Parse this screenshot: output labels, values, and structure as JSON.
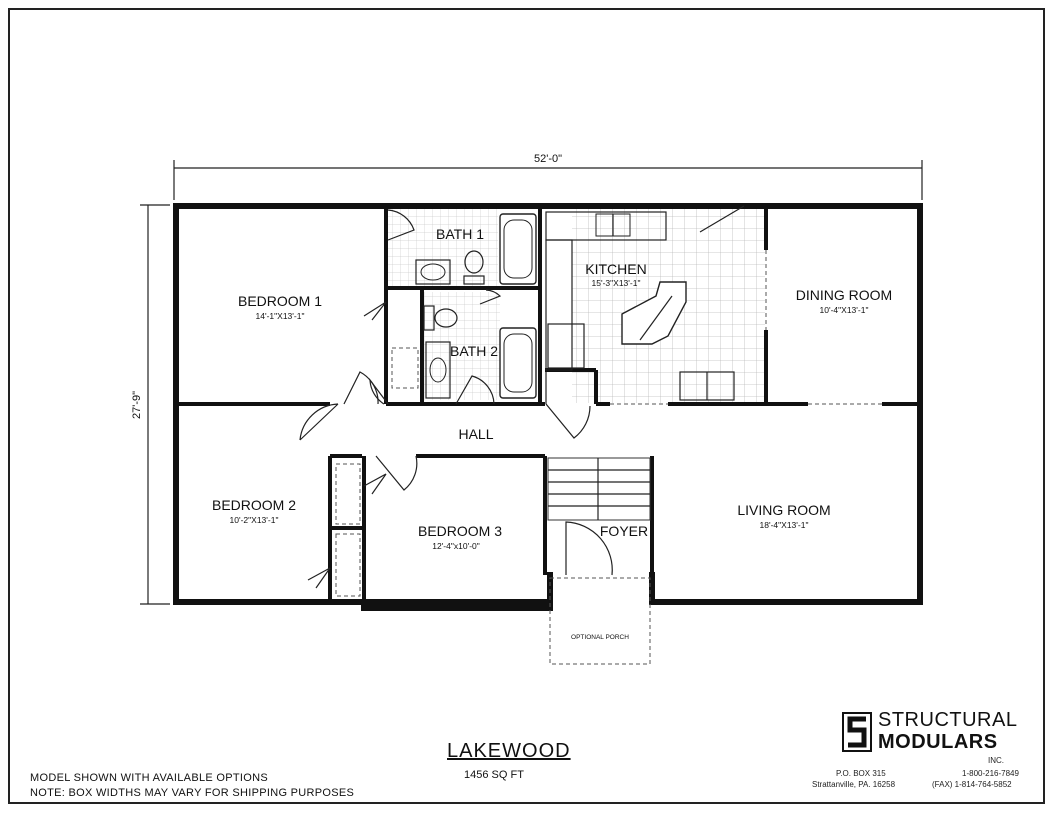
{
  "plan": {
    "name": "LAKEWOOD",
    "area": "1456 SQ FT",
    "overall_width": "52'-0\"",
    "overall_depth": "27'-9\""
  },
  "rooms": {
    "bedroom1": {
      "name": "BEDROOM 1",
      "size": "14'-1\"X13'-1\""
    },
    "bath1": {
      "name": "BATH 1"
    },
    "kitchen": {
      "name": "KITCHEN",
      "size": "15'-3\"X13'-1\""
    },
    "dining": {
      "name": "DINING ROOM",
      "size": "10'-4\"X13'-1\""
    },
    "bath2": {
      "name": "BATH 2"
    },
    "hall": {
      "name": "HALL"
    },
    "bedroom2": {
      "name": "BEDROOM 2",
      "size": "10'-2\"X13'-1\""
    },
    "bedroom3": {
      "name": "BEDROOM 3",
      "size": "12'-4\"x10'-0\""
    },
    "foyer": {
      "name": "FOYER"
    },
    "living": {
      "name": "LIVING ROOM",
      "size": "18'-4\"X13'-1\""
    },
    "porch": {
      "name": "OPTIONAL PORCH"
    }
  },
  "notes": {
    "line1": "MODEL SHOWN WITH AVAILABLE OPTIONS",
    "line2": "NOTE: BOX WIDTHS MAY VARY FOR SHIPPING PURPOSES"
  },
  "company": {
    "name_line1": "STRUCTURAL",
    "name_line2": "MODULARS",
    "suffix": "INC.",
    "po_box": "P.O. BOX 315",
    "city": "Strattanville, PA. 16258",
    "phone": "1-800-216-7849",
    "fax": "(FAX) 1-814-764-5852"
  }
}
